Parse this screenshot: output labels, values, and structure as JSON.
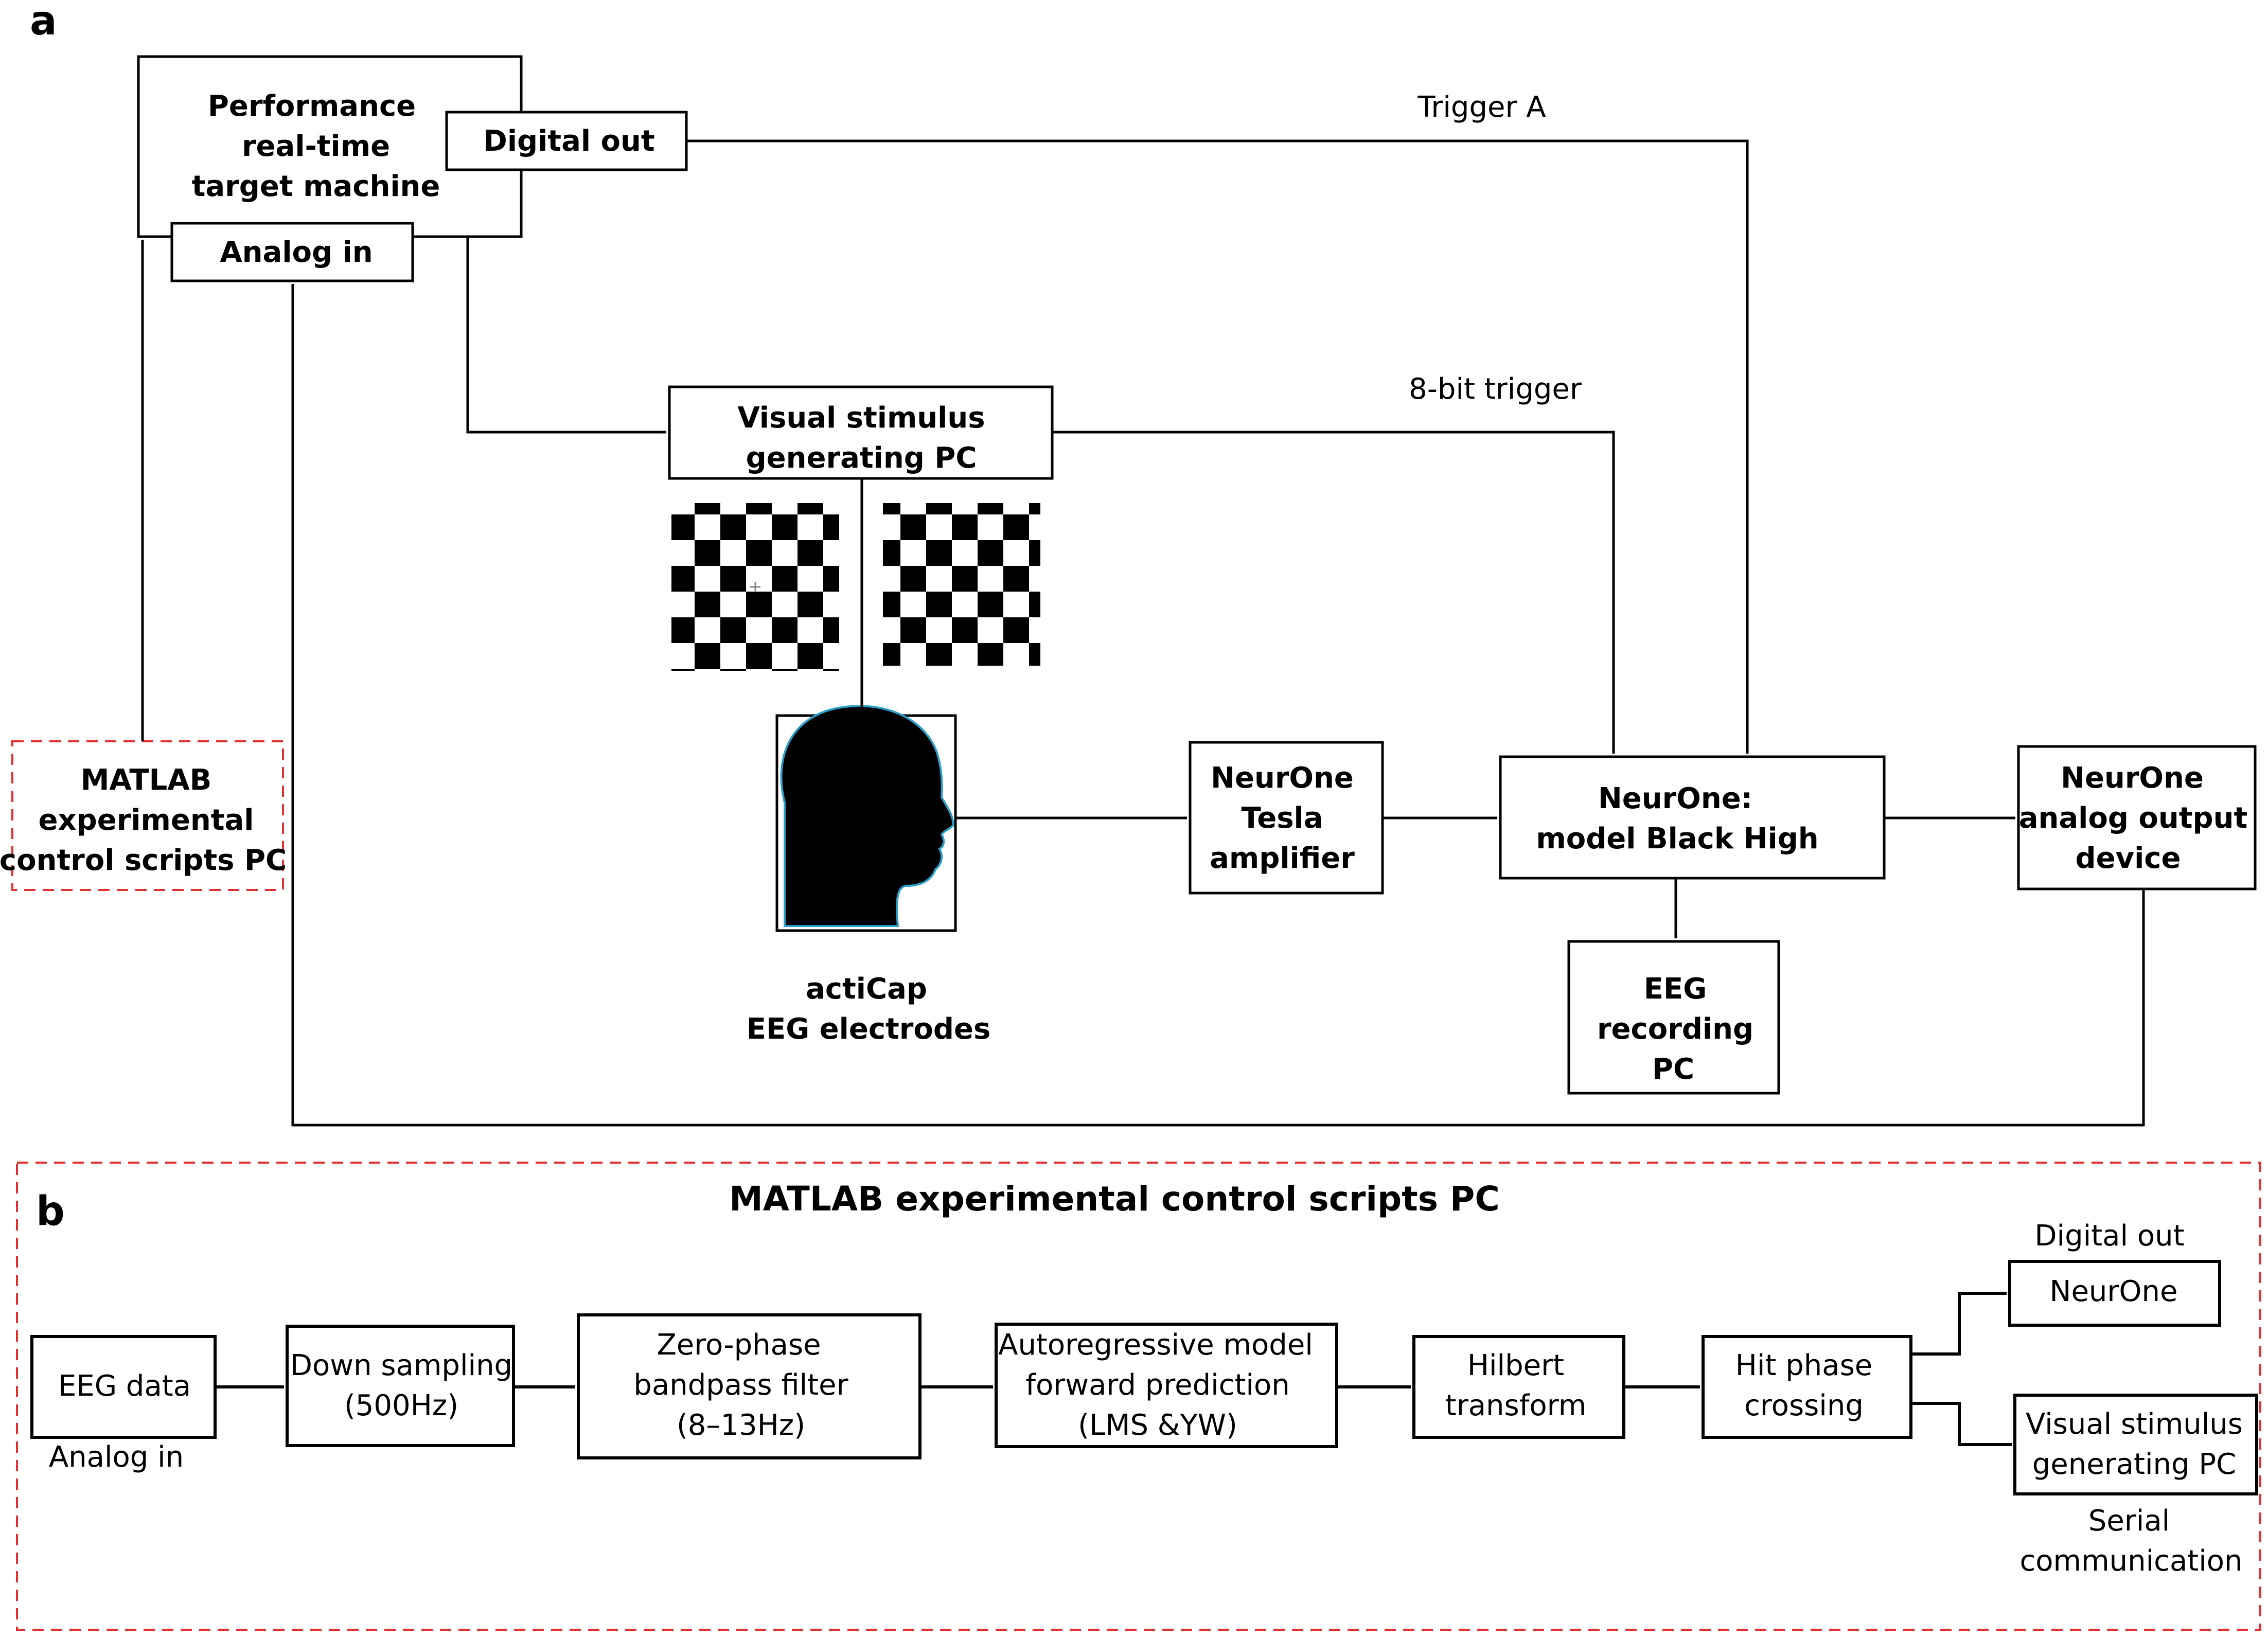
{
  "panels": {
    "a": "a",
    "b": "b"
  },
  "panel_a": {
    "target_machine": [
      "Performance",
      "real-time",
      "target machine"
    ],
    "digital_out": "Digital out",
    "analog_in": "Analog in",
    "trigger_a": "Trigger A",
    "eight_bit_trigger": "8-bit trigger",
    "visual_pc": [
      "Visual stimulus",
      "generating PC"
    ],
    "matlab_pc": [
      "MATLAB",
      "experimental",
      "control scripts PC"
    ],
    "tesla_amp": [
      "NeurOne",
      "Tesla",
      "amplifier"
    ],
    "neurone_main": [
      "NeurOne:",
      "model Black High"
    ],
    "analog_output": [
      "NeurOne",
      "analog output",
      "device"
    ],
    "eeg_pc": [
      "EEG",
      "recording",
      "PC"
    ],
    "acticap": [
      "actiCap",
      "EEG electrodes"
    ]
  },
  "panel_b": {
    "title": "MATLAB experimental control scripts PC",
    "eeg_data": "EEG data",
    "analog_in": "Analog in",
    "down_sampling": [
      "Down sampling",
      "(500Hz)"
    ],
    "bandpass": [
      "Zero-phase",
      "bandpass filter",
      "(8–13Hz)"
    ],
    "autoregressive": [
      "Autoregressive model",
      "forward prediction",
      "(LMS &YW)"
    ],
    "hilbert": [
      "Hilbert",
      "transform"
    ],
    "hit_phase": [
      "Hit phase",
      "crossing"
    ],
    "digital_out": "Digital out",
    "neurone": "NeurOne",
    "visual_pc": [
      "Visual stimulus",
      "generating PC"
    ],
    "serial": [
      "Serial",
      "communication"
    ]
  },
  "colors": {
    "dashed_border": "#e03030",
    "line": "#000000",
    "head_outline": "#2aa0c8"
  }
}
